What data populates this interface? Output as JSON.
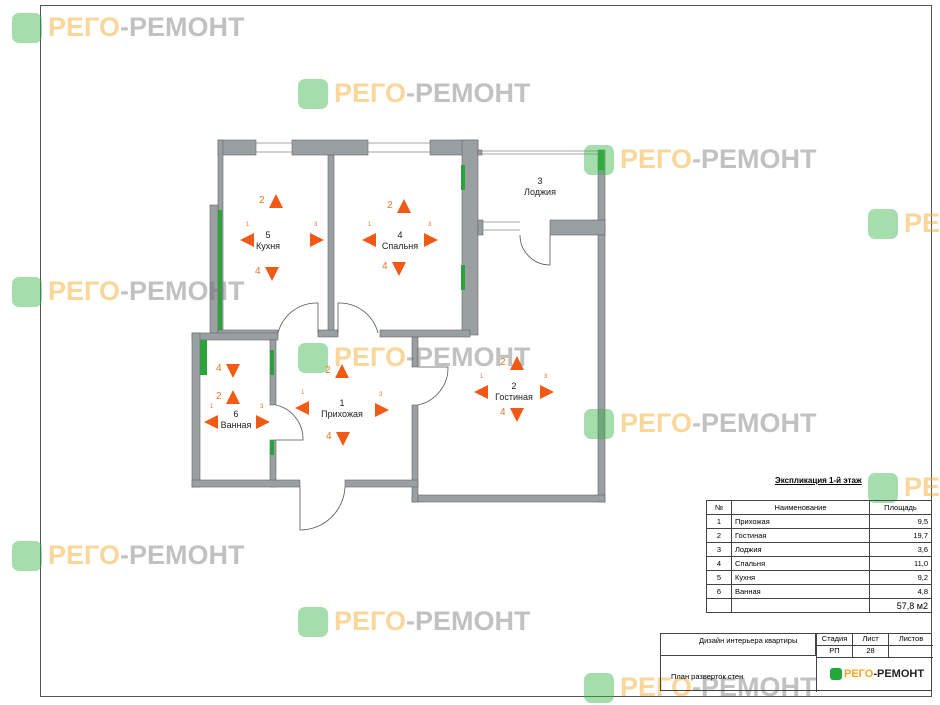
{
  "watermark": {
    "part1": "РЕГО",
    "part2": "-РЕМОНТ"
  },
  "rooms": [
    {
      "num": "1",
      "name": "Прихожая"
    },
    {
      "num": "2",
      "name": "Гостиная"
    },
    {
      "num": "3",
      "name": "Лоджия"
    },
    {
      "num": "4",
      "name": "Спальня"
    },
    {
      "num": "5",
      "name": "Кухня"
    },
    {
      "num": "6",
      "name": "Ванная"
    }
  ],
  "wall_markers": {
    "left": "1",
    "up": "2",
    "right": "3",
    "down": "4"
  },
  "colors": {
    "wall": "#8f9497",
    "marker": "#f05a16",
    "window": "#2aa33a"
  },
  "explication": {
    "title": "Экспликация 1-й этаж",
    "headers": [
      "№",
      "Наименование",
      "Площадь"
    ],
    "rows": [
      [
        "1",
        "Прихожая",
        "9,5"
      ],
      [
        "2",
        "Гостиная",
        "19,7"
      ],
      [
        "3",
        "Лоджия",
        "3,6"
      ],
      [
        "4",
        "Спальня",
        "11,0"
      ],
      [
        "5",
        "Кухня",
        "9,2"
      ],
      [
        "6",
        "Ванная",
        "4,8"
      ]
    ],
    "total": "57,8 м2"
  },
  "stamp": {
    "project": "Дизайн интерьера квартиры",
    "sheet_title": "План разверток стен",
    "stage_h": "Стадия",
    "sheet_h": "Лист",
    "sheets_h": "Листов",
    "stage": "РП",
    "sheet": "28",
    "sheets": "",
    "logo1": "РЕГО",
    "logo2": "-РЕМОНТ"
  }
}
